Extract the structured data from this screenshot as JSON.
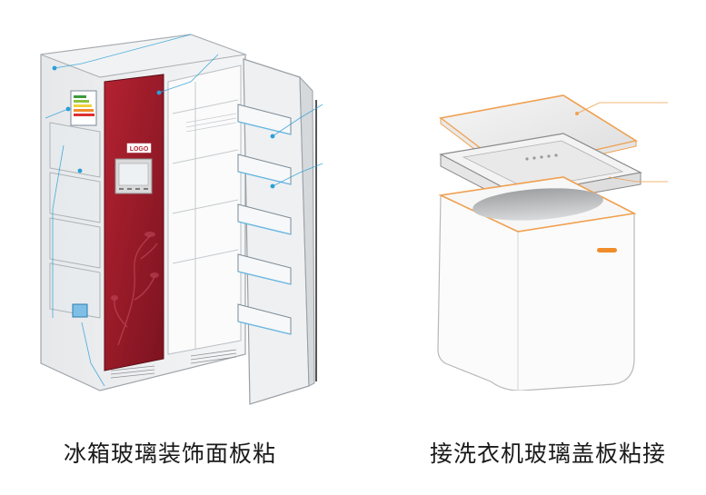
{
  "captions": {
    "left": "冰箱玻璃装饰面板粘",
    "right": "接洗衣机玻璃盖板粘接"
  },
  "fridge": {
    "brand_label": "LOGO",
    "panel_color": "#9b1d2a",
    "panel_color_dark": "#6f1019",
    "annotation_color": "#2a9fd8"
  },
  "washer": {
    "accent_color": "#f0a050",
    "handle_color": "#f08c2a"
  }
}
